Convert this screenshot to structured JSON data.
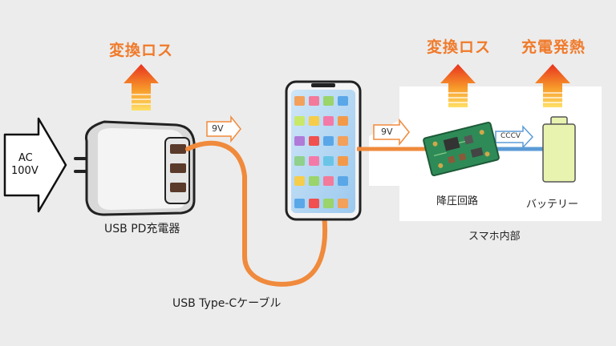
{
  "labels": {
    "loss_left": "変換ロス",
    "loss_right": "変換ロス",
    "heat": "充電発熱",
    "ac_line1": "AC",
    "ac_line2": "100V",
    "volt_cable": "9V",
    "volt_internal": "9V",
    "cccv": "CCCV",
    "charger": "USB PD充電器",
    "cable": "USB Type-Cケーブル",
    "buck": "降圧回路",
    "battery": "バッテリー",
    "internal": "スマホ内部"
  },
  "colors": {
    "background": "#ececec",
    "panel": "#ffffff",
    "loss_text": "#f07a2a",
    "cable": "#f08a3c",
    "wire_blue": "#5b9bd5",
    "pcb": "#2e8b57",
    "battery": "#e8f3b0",
    "heat_top": "#e8321e",
    "heat_bottom": "#ffe066"
  },
  "icons": {
    "heat": "heat-arrow-icon",
    "charger": "charger-icon",
    "phone": "smartphone-icon",
    "pcb": "circuit-board-icon",
    "battery": "battery-icon"
  }
}
